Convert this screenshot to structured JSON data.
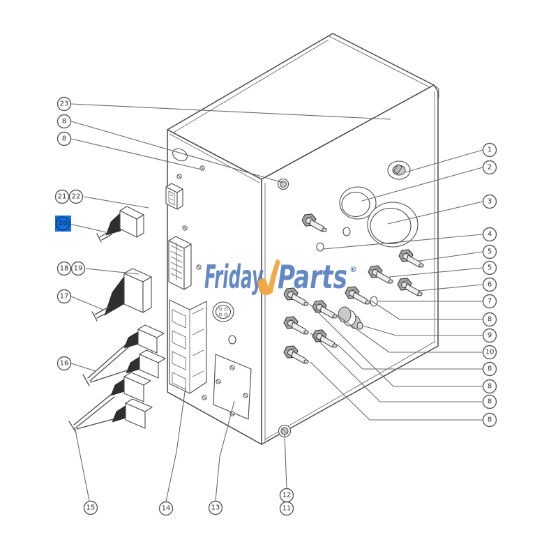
{
  "watermark": {
    "brand_first": "Friday",
    "brand_second": "Parts",
    "registered_mark": "®"
  },
  "colors": {
    "highlight_fill": "#1670d8",
    "highlight_ring": "#0a3d8f",
    "watermark_blue": "#4e79bd",
    "watermark_orange": "#f2a43e"
  },
  "selected_callout": "20",
  "callouts": [
    {
      "label": "23",
      "highlighted": false
    },
    {
      "label": "8",
      "highlighted": false
    },
    {
      "label": "8",
      "highlighted": false
    },
    {
      "label": "21",
      "highlighted": false
    },
    {
      "label": "22",
      "highlighted": false
    },
    {
      "label": "20",
      "highlighted": true
    },
    {
      "label": "18",
      "highlighted": false
    },
    {
      "label": "19",
      "highlighted": false
    },
    {
      "label": "17",
      "highlighted": false
    },
    {
      "label": "16",
      "highlighted": false
    },
    {
      "label": "15",
      "highlighted": false
    },
    {
      "label": "14",
      "highlighted": false
    },
    {
      "label": "13",
      "highlighted": false
    },
    {
      "label": "12",
      "highlighted": false
    },
    {
      "label": "11",
      "highlighted": false
    },
    {
      "label": "1",
      "highlighted": false
    },
    {
      "label": "2",
      "highlighted": false
    },
    {
      "label": "3",
      "highlighted": false
    },
    {
      "label": "4",
      "highlighted": false
    },
    {
      "label": "5",
      "highlighted": false
    },
    {
      "label": "5",
      "highlighted": false
    },
    {
      "label": "6",
      "highlighted": false
    },
    {
      "label": "7",
      "highlighted": false
    },
    {
      "label": "8",
      "highlighted": false
    },
    {
      "label": "9",
      "highlighted": false
    },
    {
      "label": "10",
      "highlighted": false
    },
    {
      "label": "8",
      "highlighted": false
    },
    {
      "label": "8",
      "highlighted": false
    },
    {
      "label": "8",
      "highlighted": false
    },
    {
      "label": "8",
      "highlighted": false
    }
  ]
}
